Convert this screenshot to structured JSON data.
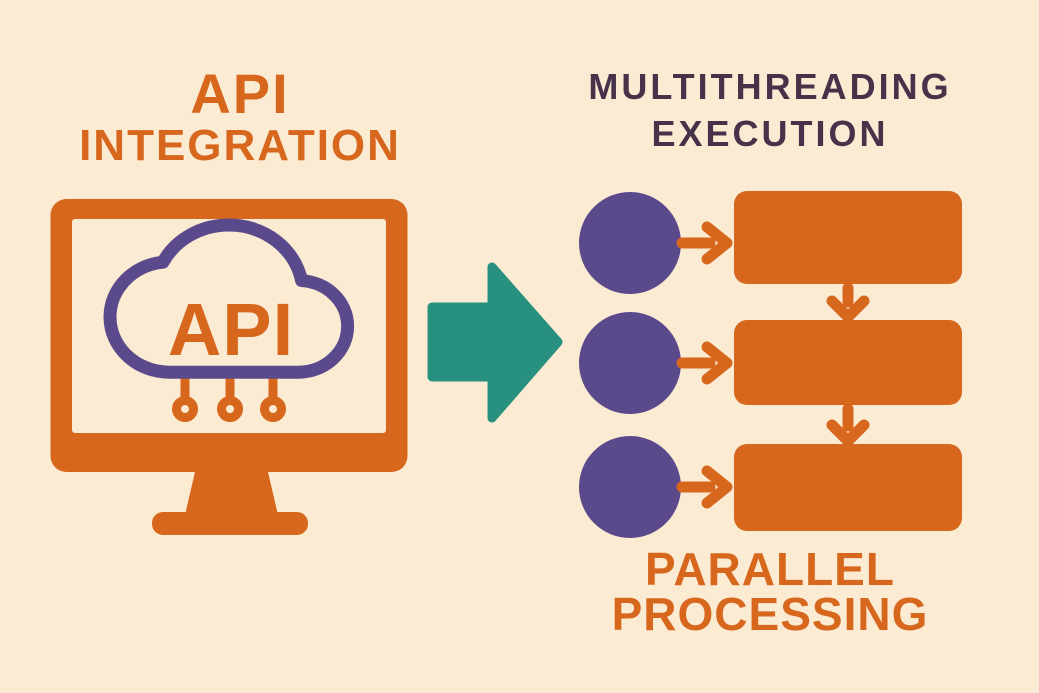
{
  "colors": {
    "bg": "#FBEBD3",
    "orange": "#D8671E",
    "purple": "#5B4A8B",
    "teal": "#28907F",
    "dark": "#463349"
  },
  "left_panel": {
    "title_line1": "API",
    "title_line2": "INTEGRATION",
    "monitor_label": "API"
  },
  "right_panel": {
    "title_line1": "MULTITHREADING",
    "title_line2": "EXECUTION",
    "caption_line1": "PARALLEL",
    "caption_line2": "PROCESSING"
  }
}
